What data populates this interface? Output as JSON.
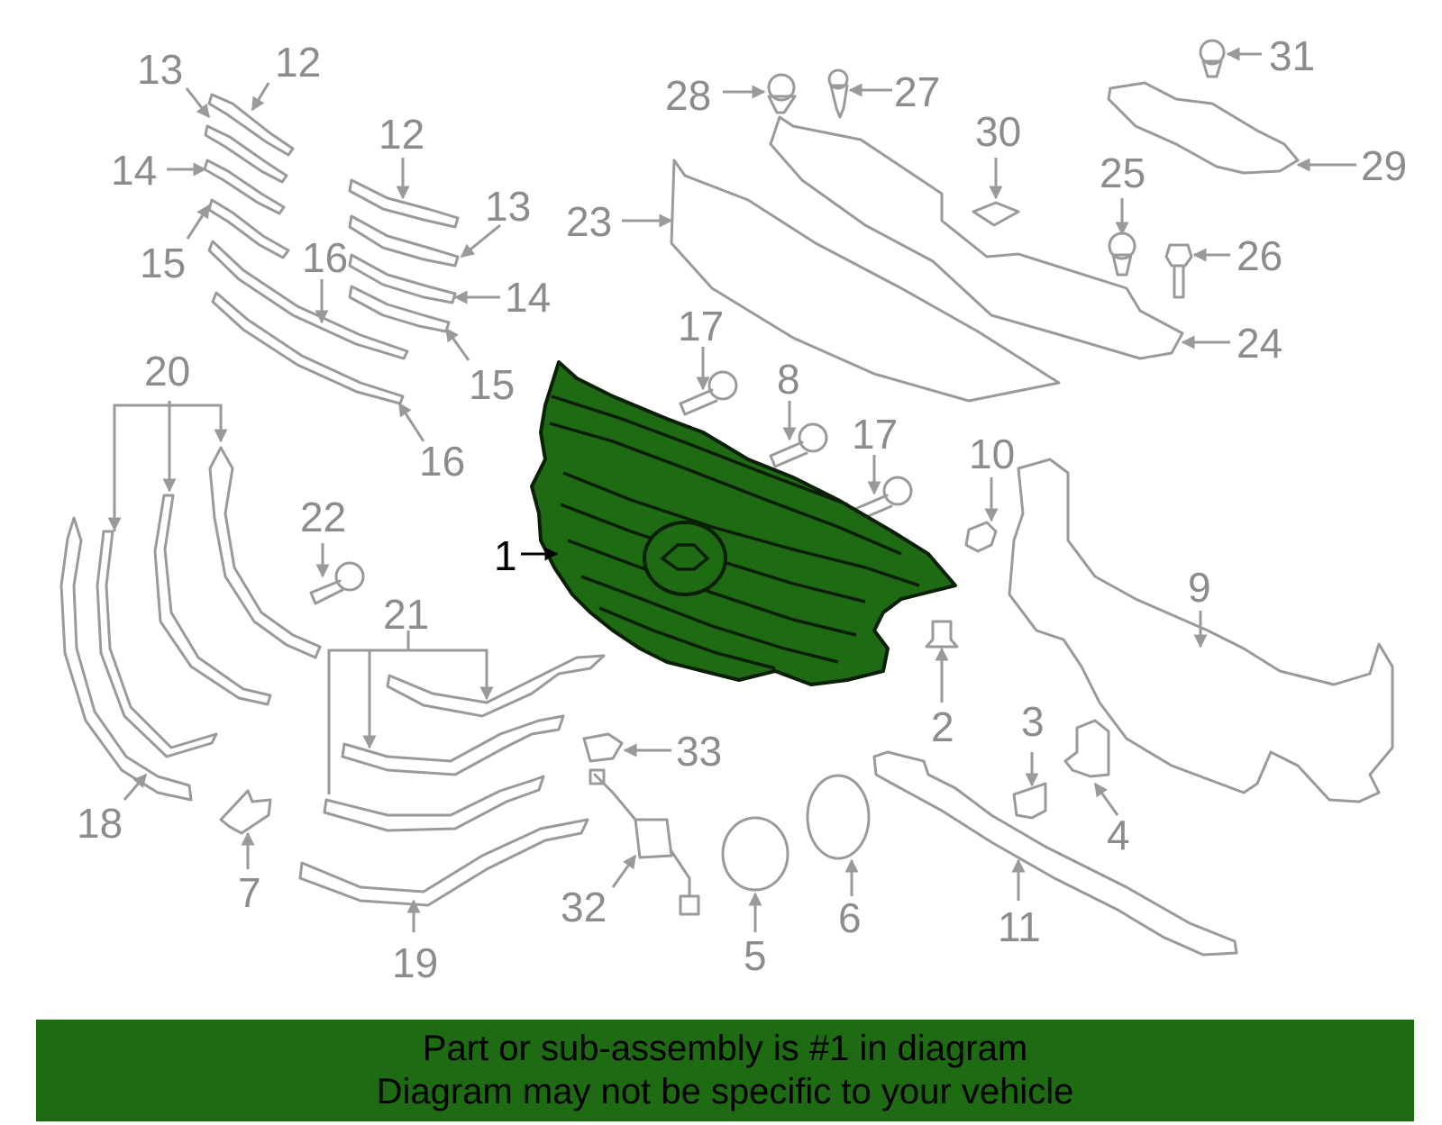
{
  "callouts": [
    {
      "id": "1",
      "label": "1"
    },
    {
      "id": "2",
      "label": "2"
    },
    {
      "id": "3",
      "label": "3"
    },
    {
      "id": "4",
      "label": "4"
    },
    {
      "id": "5",
      "label": "5"
    },
    {
      "id": "6",
      "label": "6"
    },
    {
      "id": "7",
      "label": "7"
    },
    {
      "id": "8",
      "label": "8"
    },
    {
      "id": "9",
      "label": "9"
    },
    {
      "id": "10",
      "label": "10"
    },
    {
      "id": "11",
      "label": "11"
    },
    {
      "id": "12a",
      "label": "12"
    },
    {
      "id": "12b",
      "label": "12"
    },
    {
      "id": "13a",
      "label": "13"
    },
    {
      "id": "13b",
      "label": "13"
    },
    {
      "id": "14a",
      "label": "14"
    },
    {
      "id": "14b",
      "label": "14"
    },
    {
      "id": "15a",
      "label": "15"
    },
    {
      "id": "15b",
      "label": "15"
    },
    {
      "id": "16a",
      "label": "16"
    },
    {
      "id": "16b",
      "label": "16"
    },
    {
      "id": "17a",
      "label": "17"
    },
    {
      "id": "17b",
      "label": "17"
    },
    {
      "id": "18",
      "label": "18"
    },
    {
      "id": "19",
      "label": "19"
    },
    {
      "id": "20",
      "label": "20"
    },
    {
      "id": "21",
      "label": "21"
    },
    {
      "id": "22",
      "label": "22"
    },
    {
      "id": "23",
      "label": "23"
    },
    {
      "id": "24",
      "label": "24"
    },
    {
      "id": "25",
      "label": "25"
    },
    {
      "id": "26",
      "label": "26"
    },
    {
      "id": "27",
      "label": "27"
    },
    {
      "id": "28",
      "label": "28"
    },
    {
      "id": "29",
      "label": "29"
    },
    {
      "id": "30",
      "label": "30"
    },
    {
      "id": "31",
      "label": "31"
    },
    {
      "id": "32",
      "label": "32"
    },
    {
      "id": "33",
      "label": "33"
    }
  ],
  "highlight": {
    "part": "1",
    "color": "#1e6b14"
  },
  "banner": {
    "line1": "Part or sub-assembly is #1 in diagram",
    "line2": "Diagram may not be specific to your vehicle"
  }
}
